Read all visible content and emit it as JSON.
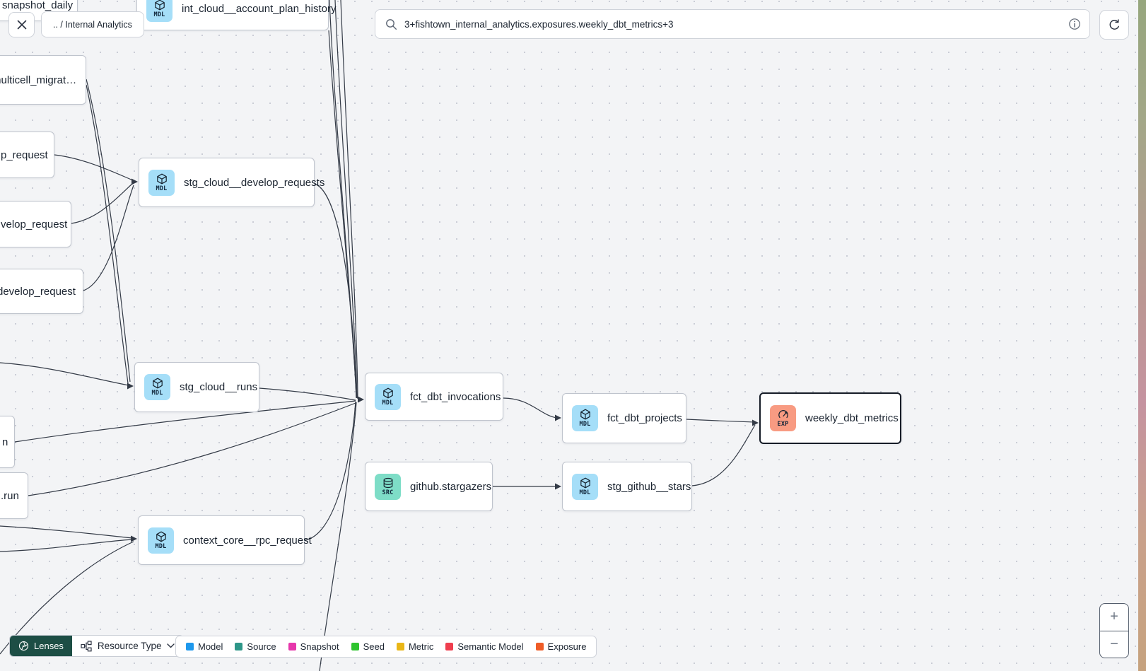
{
  "header": {
    "breadcrumb": ".. / Internal Analytics",
    "search_value": "3+fishtown_internal_analytics.exposures.weekly_dbt_metrics+3"
  },
  "nodes": [
    {
      "label": "snapshot_daily",
      "badge": ""
    },
    {
      "label": "int_cloud__account_plan_history",
      "badge": "MDL"
    },
    {
      "label": "multicell_migrat…",
      "badge": ""
    },
    {
      "label": "p_request",
      "badge": ""
    },
    {
      "label": "velop_request",
      "badge": ""
    },
    {
      "label": "develop_request",
      "badge": ""
    },
    {
      "label": "stg_cloud__develop_requests",
      "badge": "MDL"
    },
    {
      "label": "stg_cloud__runs",
      "badge": "MDL"
    },
    {
      "label": "n",
      "badge": ""
    },
    {
      "label": ".run",
      "badge": ""
    },
    {
      "label": "context_core__rpc_request",
      "badge": "MDL"
    },
    {
      "label": "fct_dbt_invocations",
      "badge": "MDL"
    },
    {
      "label": "fct_dbt_projects",
      "badge": "MDL"
    },
    {
      "label": "github.stargazers",
      "badge": "SRC"
    },
    {
      "label": "stg_github__stars",
      "badge": "MDL"
    },
    {
      "label": "weekly_dbt_metrics",
      "badge": "EXP"
    }
  ],
  "legend": [
    {
      "label": "Model",
      "color": "#1e98ec"
    },
    {
      "label": "Source",
      "color": "#2d9688"
    },
    {
      "label": "Snapshot",
      "color": "#e637ab"
    },
    {
      "label": "Seed",
      "color": "#2fc42f"
    },
    {
      "label": "Metric",
      "color": "#e9b616"
    },
    {
      "label": "Semantic Model",
      "color": "#ef3e4e"
    },
    {
      "label": "Exposure",
      "color": "#ef5c27"
    }
  ],
  "footer": {
    "lenses_label": "Lenses",
    "resource_type_label": "Resource Type"
  },
  "zoom": {
    "in": "+",
    "out": "−"
  }
}
